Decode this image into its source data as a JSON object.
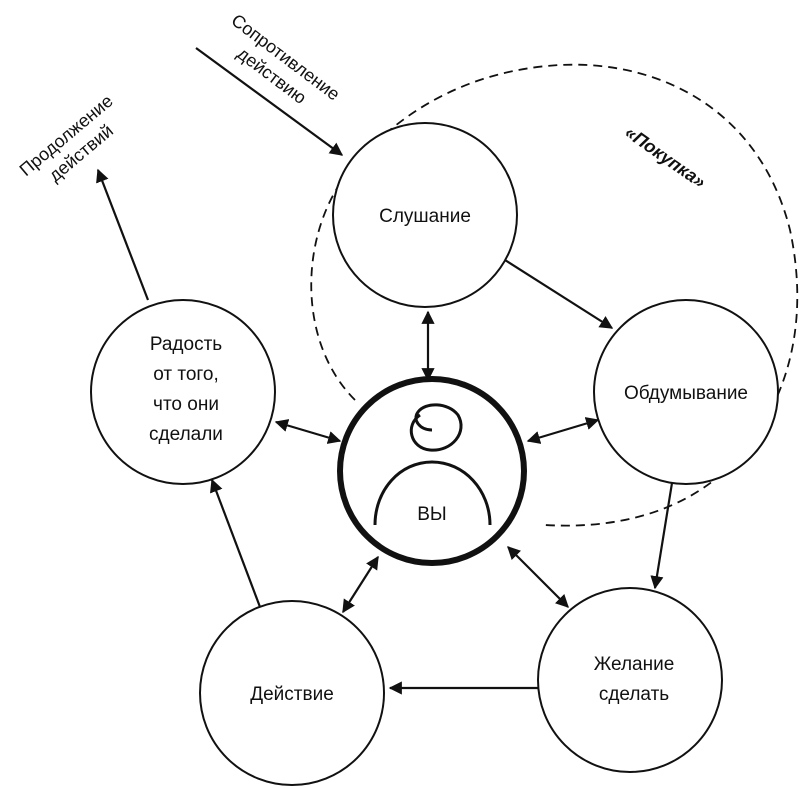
{
  "center": {
    "label": "ВЫ"
  },
  "nodes": {
    "listening": "Слушание",
    "considering": "Обдумывание",
    "desire": "Желание сделать",
    "action": "Действие",
    "joy": "Радость от того, что они сделали"
  },
  "labels": {
    "resistance": "Сопротивление действию",
    "continuation": "Продолжение действий",
    "purchase": "«Покупка»"
  }
}
